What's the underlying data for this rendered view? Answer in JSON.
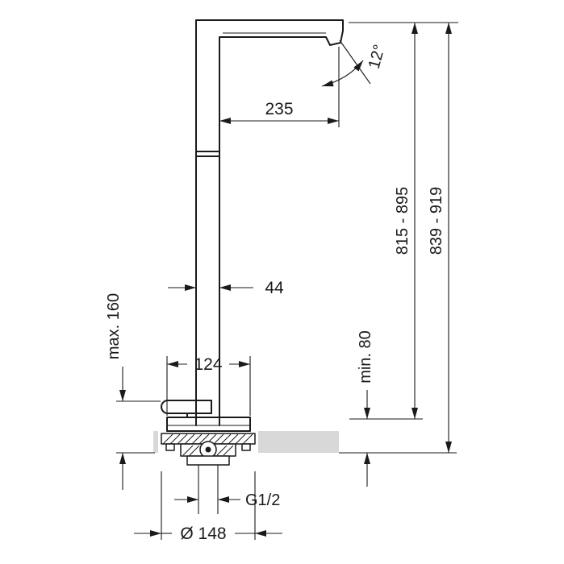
{
  "diagram": {
    "type": "technical-drawing",
    "subject": "floor-standing bath spout installation dimension drawing",
    "labels": {
      "spout_reach": "235",
      "spout_angle": "12°",
      "column_width": "44",
      "height_to_spout": "815 - 895",
      "overall_height": "839 - 919",
      "max_depth": "max. 160",
      "base_width": "124",
      "min_depth": "min. 80",
      "thread": "G1/2",
      "flange_diameter": "Ø 148"
    },
    "colors": {
      "line": "#1a1a1a",
      "floor_fill": "#d8d8d8",
      "background": "#ffffff"
    }
  }
}
